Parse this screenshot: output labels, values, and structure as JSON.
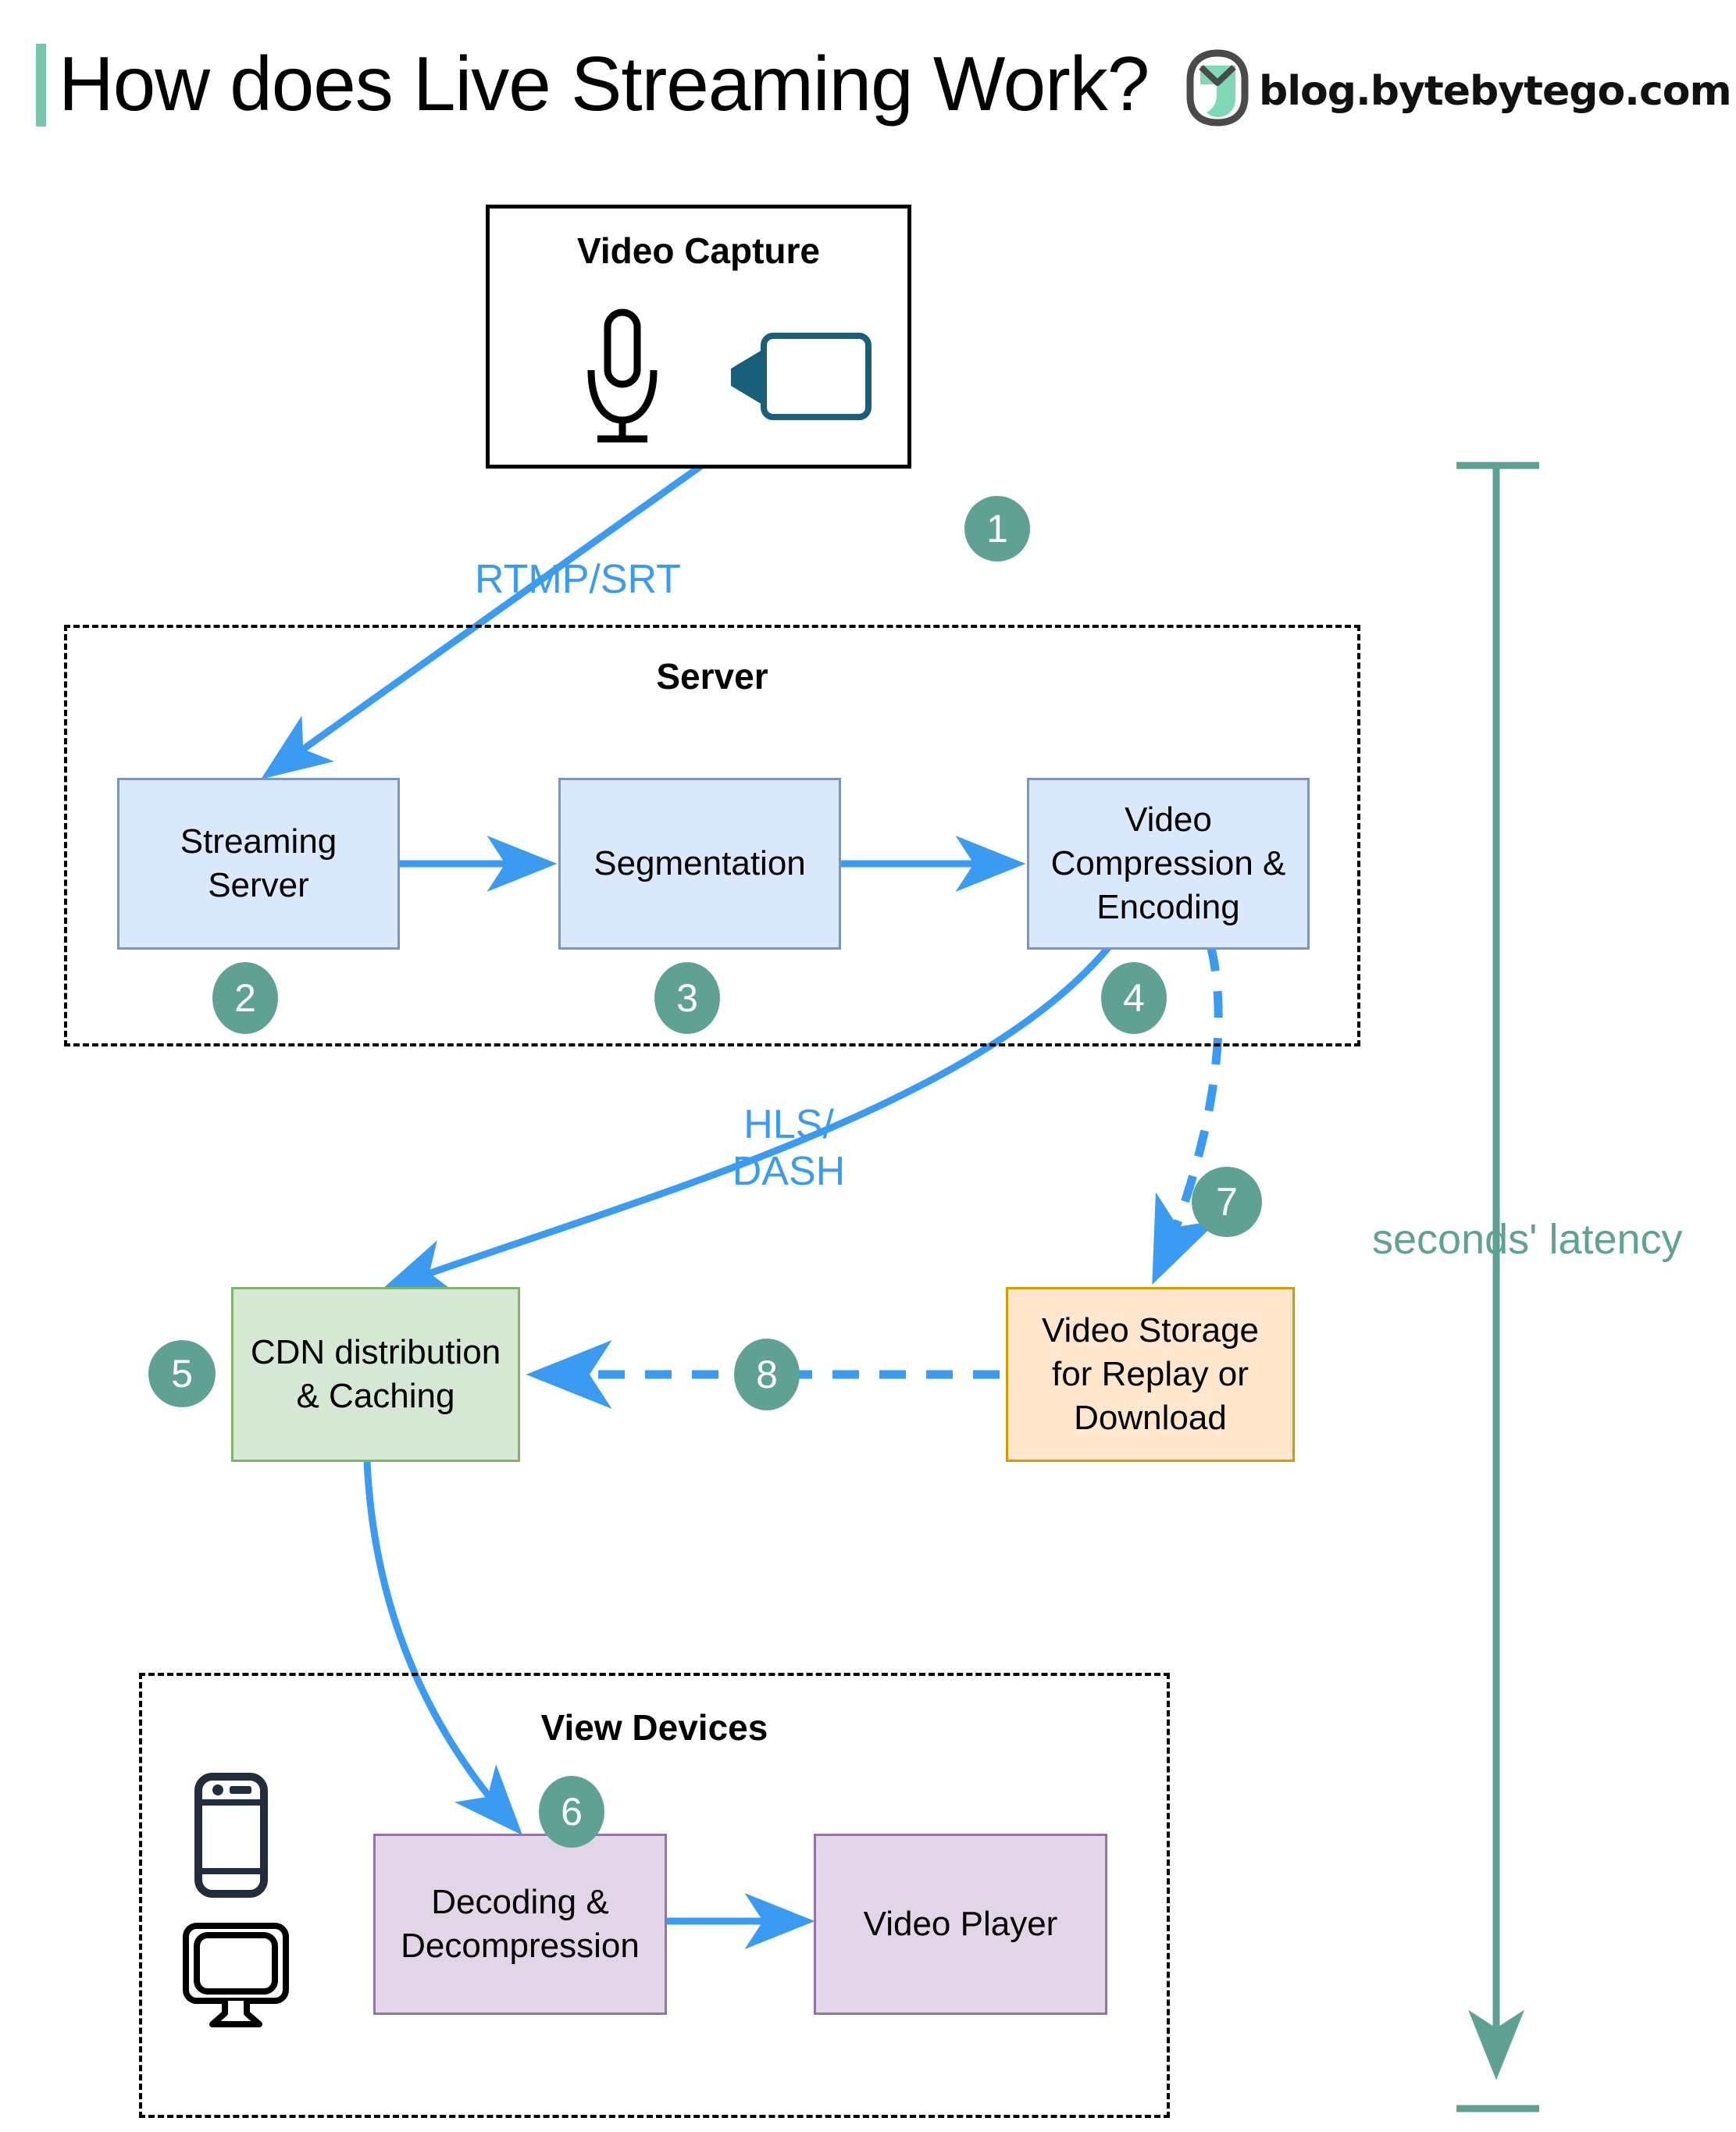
{
  "header": {
    "title": "How does Live Streaming Work?",
    "brand_text": "blog.bytebytego.com",
    "logo_icon": "bytebytego-logo-icon",
    "accent_color": "#78c7ad"
  },
  "colors": {
    "badge_teal": "#5fa294",
    "arrow_blue": "#3b9bf0",
    "blue_node_fill": "#dae8fc",
    "blue_node_border": "#7a96b8",
    "green_node_fill": "#d5e8d4",
    "green_node_border": "#82b366",
    "orange_node_fill": "#ffe6cc",
    "orange_node_border": "#d79b00",
    "purple_node_fill": "#e1d5e7",
    "purple_node_border": "#9673a6",
    "latency_teal": "#5fa294"
  },
  "groups": {
    "capture": {
      "title": "Video Capture",
      "icons": [
        "microphone-icon",
        "video-camera-icon"
      ]
    },
    "server": {
      "title": "Server"
    },
    "view_devices": {
      "title": "View Devices",
      "icons": [
        "smartphone-icon",
        "desktop-monitor-icon"
      ]
    }
  },
  "nodes": {
    "streaming_server": {
      "label": "Streaming\nServer",
      "badge": "2"
    },
    "segmentation": {
      "label": "Segmentation",
      "badge": "3"
    },
    "video_compression": {
      "label": "Video\nCompression &\nEncoding",
      "badge": "4"
    },
    "cdn": {
      "label": "CDN distribution\n& Caching",
      "badge": "5"
    },
    "video_storage": {
      "label": "Video Storage\nfor Replay or\nDownload",
      "badge": "7"
    },
    "decoding": {
      "label": "Decoding &\nDecompression",
      "badge": "6"
    },
    "video_player": {
      "label": "Video Player"
    }
  },
  "badges": {
    "capture": "1",
    "streaming_server": "2",
    "segmentation": "3",
    "video_compression": "4",
    "cdn": "5",
    "decoding": "6",
    "video_storage": "7",
    "storage_to_cdn": "8"
  },
  "edge_labels": {
    "capture_to_server": "RTMP/SRT",
    "compression_to_cdn": "HLS/\nDASH"
  },
  "latency": {
    "label": "seconds' latency"
  }
}
